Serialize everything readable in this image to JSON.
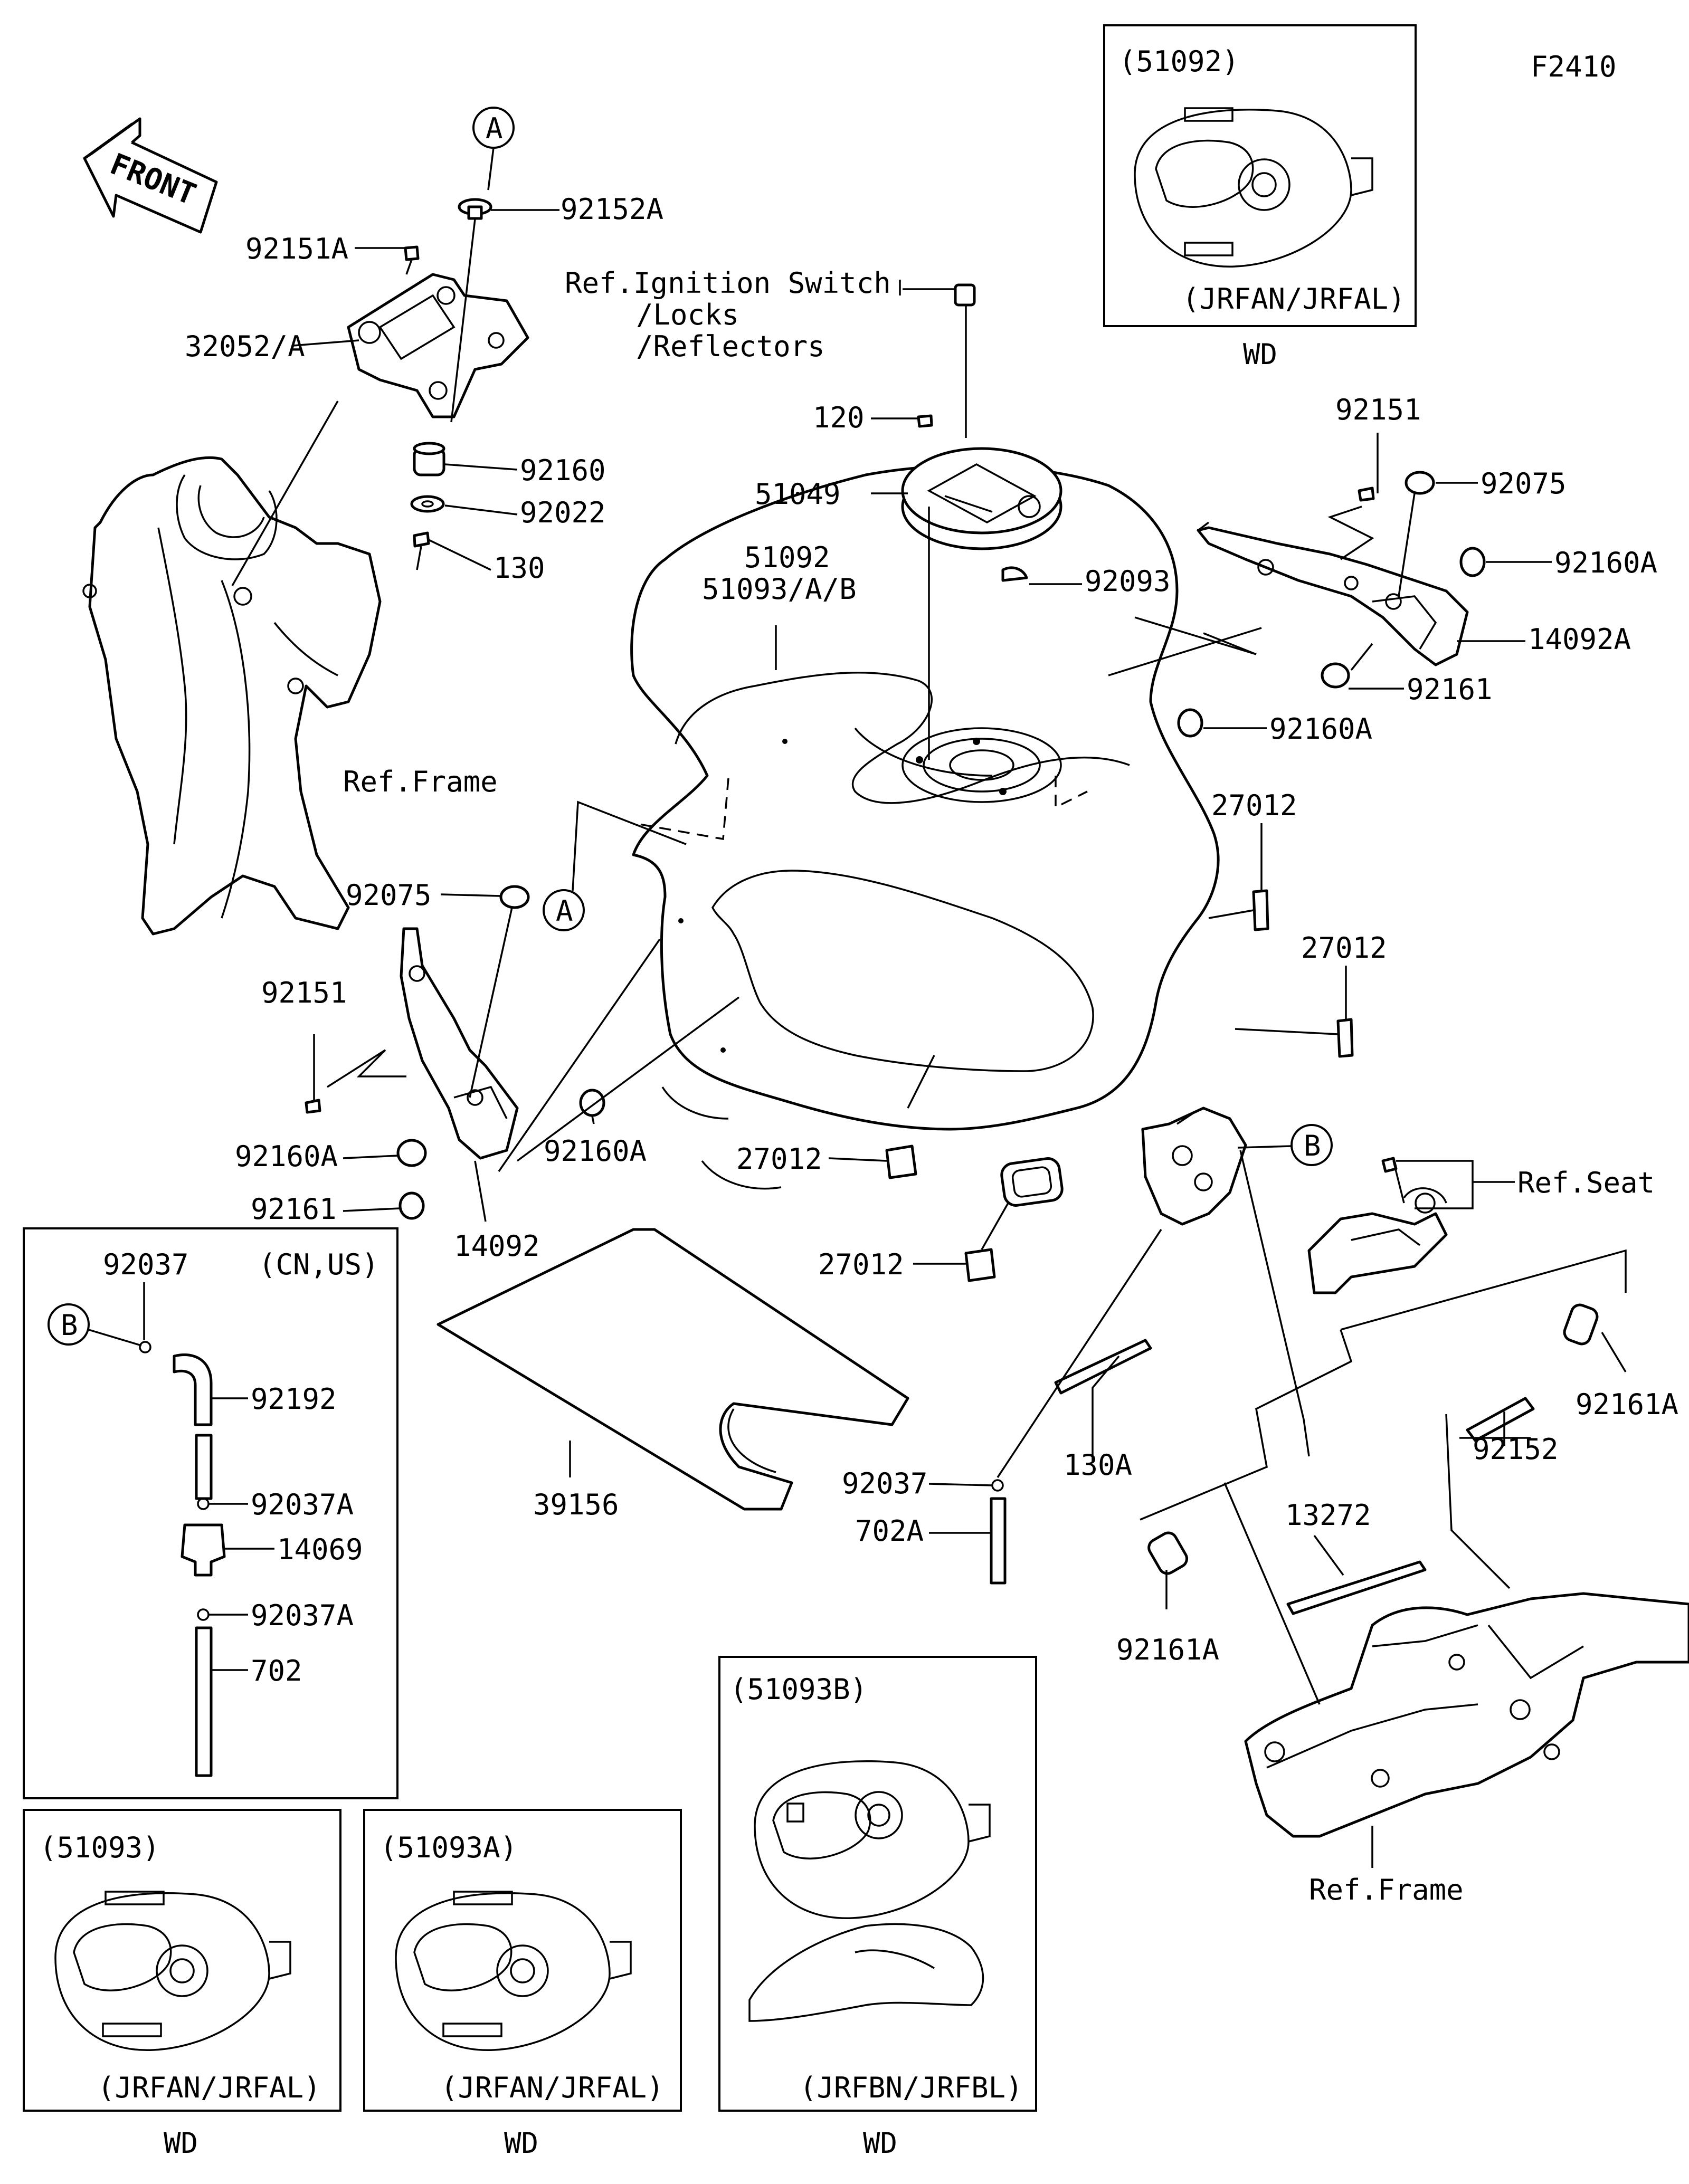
{
  "figure_code": "F2410",
  "front_arrow": "FRONT",
  "refs": {
    "ignition_line1": "Ref.Ignition Switch",
    "ignition_line2": "/Locks",
    "ignition_line3": "/Reflectors",
    "frame": "Ref.Frame",
    "seat": "Ref.Seat"
  },
  "markers": {
    "a": "A",
    "b": "B"
  },
  "labels": {
    "p92151A": "92151A",
    "p92152A": "92152A",
    "p32052A": "32052/A",
    "p92160": "92160",
    "p92022": "92022",
    "p130": "130",
    "p120": "120",
    "p51049": "51049",
    "p92093": "92093",
    "p51092": "51092",
    "p51093AB": "51093/A/B",
    "p92151_r": "92151",
    "p92075_r": "92075",
    "p92160A_r1": "92160A",
    "p14092A": "14092A",
    "p92161_r": "92161",
    "p92160A_r2": "92160A",
    "p27012_1": "27012",
    "p27012_2": "27012",
    "p92075_l": "92075",
    "p92151_l": "92151",
    "p92160A_l1": "92160A",
    "p92160A_l2": "92160A",
    "p92161_l": "92161",
    "p14092": "14092",
    "p27012_3": "27012",
    "p27012_4": "27012",
    "p39156": "39156",
    "p92037": "92037",
    "p702A": "702A",
    "p130A": "130A",
    "p92152": "92152",
    "p92161A_1": "92161A",
    "p13272": "13272",
    "p92161A_2": "92161A"
  },
  "inset_cnus": {
    "region": "(CN,US)",
    "p92037": "92037",
    "p92192": "92192",
    "p92037A_1": "92037A",
    "p14069": "14069",
    "p92037A_2": "92037A",
    "p702": "702"
  },
  "variants": [
    {
      "part": "(51092)",
      "models": "(JRFAN/JRFAL)",
      "market": "WD"
    },
    {
      "part": "(51093)",
      "models": "(JRFAN/JRFAL)",
      "market": "WD"
    },
    {
      "part": "(51093A)",
      "models": "(JRFAN/JRFAL)",
      "market": "WD"
    },
    {
      "part": "(51093B)",
      "models": "(JRFBN/JRFBL)",
      "market": "WD"
    }
  ]
}
